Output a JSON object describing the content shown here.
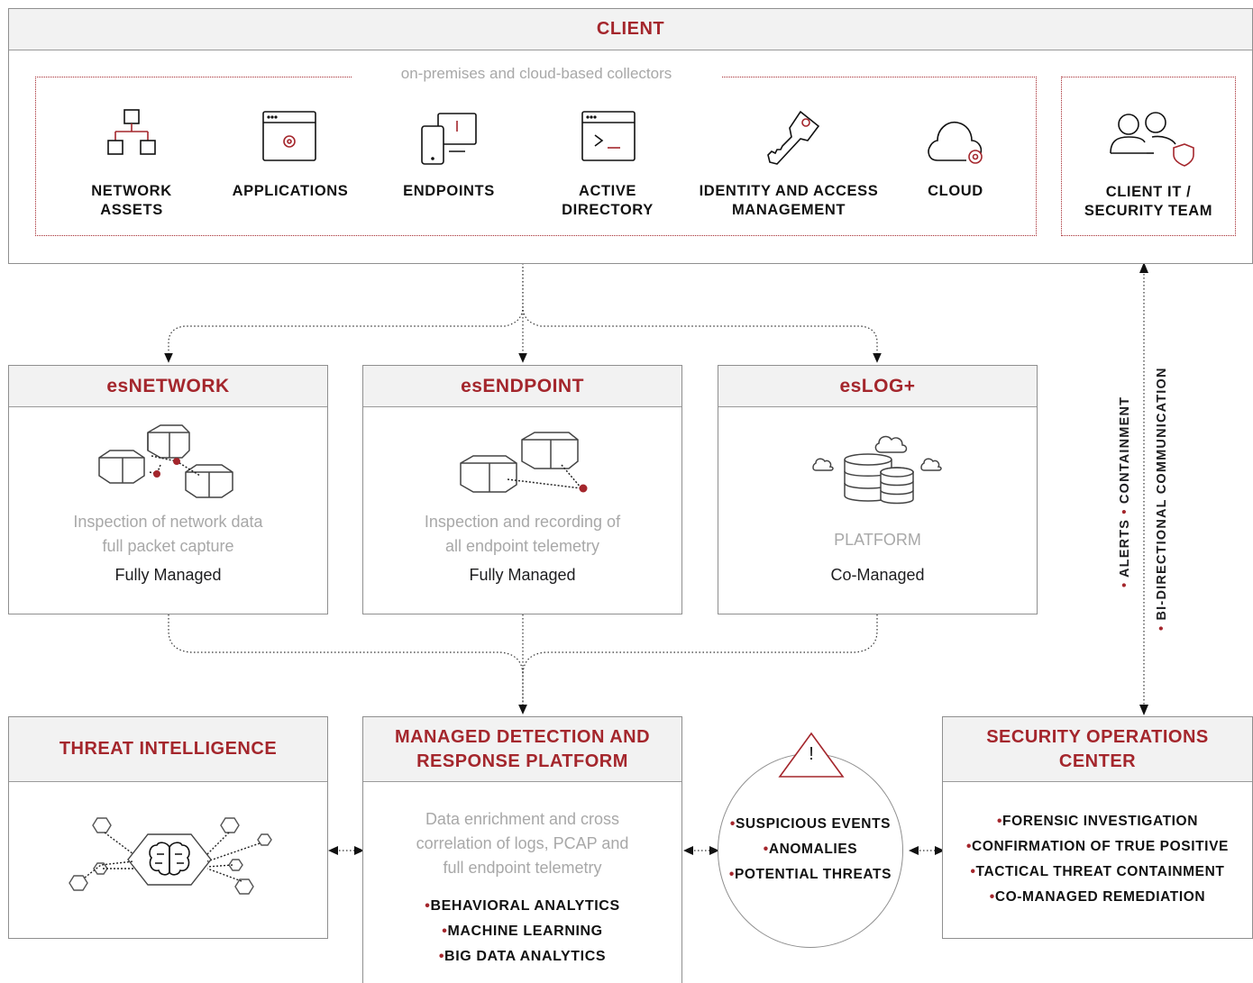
{
  "client": {
    "title": "CLIENT",
    "collectors_label": "on-premises and cloud-based collectors",
    "items": [
      {
        "label": "NETWORK\nASSETS",
        "icon": "network-assets-icon"
      },
      {
        "label": "APPLICATIONS",
        "icon": "application-window-icon"
      },
      {
        "label": "ENDPOINTS",
        "icon": "devices-icon"
      },
      {
        "label": "ACTIVE\nDIRECTORY",
        "icon": "terminal-window-icon"
      },
      {
        "label": "IDENTITY AND ACCESS\nMANAGEMENT",
        "icon": "key-icon"
      },
      {
        "label": "CLOUD",
        "icon": "cloud-gear-icon"
      }
    ],
    "team_label": "CLIENT IT /\nSECURITY TEAM"
  },
  "side_labels": {
    "alerts": "ALERTS",
    "containment": "CONTAINMENT",
    "bidirectional": "BI-DIRECTIONAL COMMUNICATION"
  },
  "products": [
    {
      "title": "esNETWORK",
      "desc": "Inspection of network data\nfull packet capture",
      "mode": "Fully Managed"
    },
    {
      "title": "esENDPOINT",
      "desc": "Inspection and recording of\nall endpoint telemetry",
      "mode": "Fully Managed"
    },
    {
      "title": "esLOG+",
      "desc": "PLATFORM",
      "mode": "Co-Managed"
    }
  ],
  "threat_intel": {
    "title": "THREAT INTELLIGENCE"
  },
  "mdr": {
    "title": "MANAGED DETECTION AND\nRESPONSE PLATFORM",
    "desc": "Data enrichment and cross\ncorrelation of logs, PCAP and\nfull endpoint telemetry",
    "bullets": [
      "BEHAVIORAL ANALYTICS",
      "MACHINE LEARNING",
      "BIG DATA ANALYTICS"
    ]
  },
  "events": {
    "alert_glyph": "!",
    "bullets": [
      "SUSPICIOUS EVENTS",
      "ANOMALIES",
      "POTENTIAL THREATS"
    ]
  },
  "soc": {
    "title": "SECURITY OPERATIONS\nCENTER",
    "bullets": [
      "FORENSIC INVESTIGATION",
      "CONFIRMATION OF TRUE POSITIVE",
      "TACTICAL THREAT CONTAINMENT",
      "CO-MANAGED REMEDIATION"
    ]
  },
  "colors": {
    "accent": "#a4262c",
    "border": "#8f8f8f",
    "header_bg": "#f2f2f2",
    "muted_text": "#a8a8a8"
  }
}
